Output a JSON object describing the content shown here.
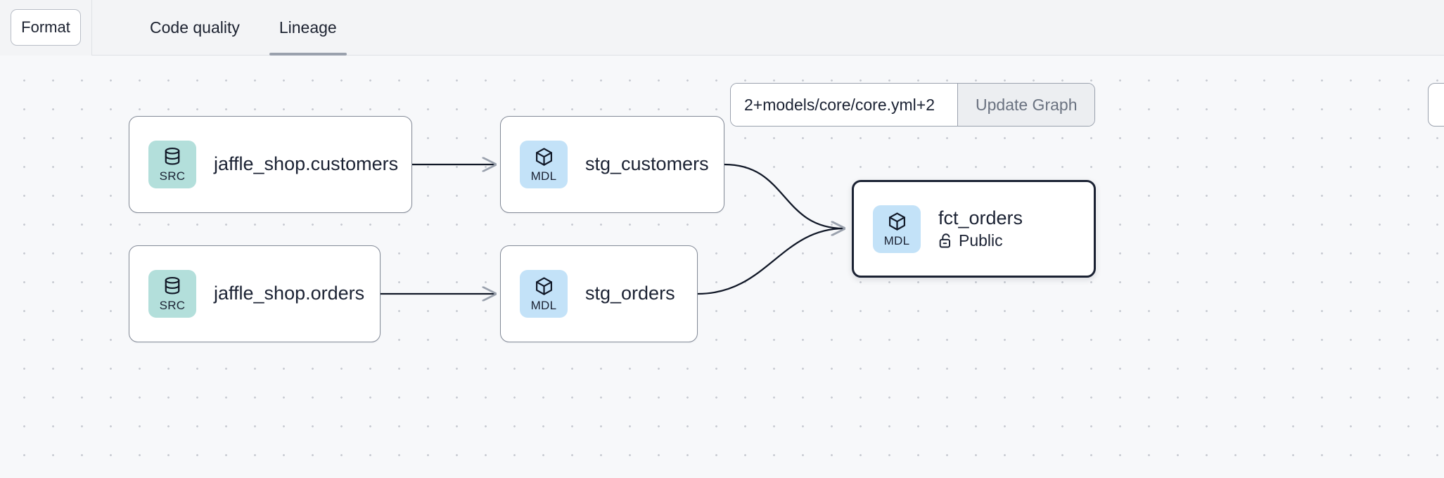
{
  "toolbar": {
    "format_label": "Format",
    "tabs": [
      {
        "label": "Code quality",
        "active": false
      },
      {
        "label": "Lineage",
        "active": true
      }
    ]
  },
  "graph_controls": {
    "selector_value": "2+models/core/core.yml+2",
    "selector_placeholder": "",
    "update_button_label": "Update Graph"
  },
  "lineage": {
    "nodes": [
      {
        "id": "src-customers",
        "badge_kind": "SRC",
        "badge_label": "SRC",
        "badge_icon": "database-icon",
        "title": "jaffle_shop.customers",
        "meta": null,
        "selected": false
      },
      {
        "id": "stg-customers",
        "badge_kind": "MDL",
        "badge_label": "MDL",
        "badge_icon": "cube-icon",
        "title": "stg_customers",
        "meta": null,
        "selected": false
      },
      {
        "id": "src-orders",
        "badge_kind": "SRC",
        "badge_label": "SRC",
        "badge_icon": "database-icon",
        "title": "jaffle_shop.orders",
        "meta": null,
        "selected": false
      },
      {
        "id": "stg-orders",
        "badge_kind": "MDL",
        "badge_label": "MDL",
        "badge_icon": "cube-icon",
        "title": "stg_orders",
        "meta": null,
        "selected": false
      },
      {
        "id": "fct-orders",
        "badge_kind": "MDL",
        "badge_label": "MDL",
        "badge_icon": "cube-icon",
        "title": "fct_orders",
        "meta": "Public",
        "meta_icon": "unlock-icon",
        "selected": true
      }
    ],
    "edges": [
      {
        "from": "src-customers",
        "to": "stg-customers",
        "style": "straight"
      },
      {
        "from": "src-orders",
        "to": "stg-orders",
        "style": "straight"
      },
      {
        "from": "stg-customers",
        "to": "fct-orders",
        "style": "curved"
      },
      {
        "from": "stg-orders",
        "to": "fct-orders",
        "style": "curved"
      }
    ]
  },
  "colors": {
    "src_badge": "#b3dfdb",
    "mdl_badge": "#c3e2f8",
    "node_border": "#838a97",
    "selected_border": "#1b2233",
    "canvas_bg": "#f7f8fa",
    "toolbar_bg": "#f3f4f6",
    "tab_active_underline": "#9aa1ad",
    "edge_stroke": "#111827"
  }
}
